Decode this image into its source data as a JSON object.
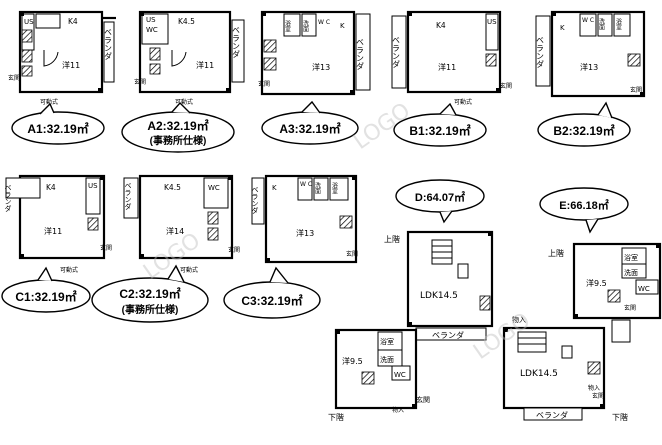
{
  "rooms": {
    "us": "US",
    "k4": "K4",
    "k45": "K4.5",
    "k": "K",
    "wc": "WC",
    "wc_v": "W C",
    "bath": "浴室",
    "washroom": "洗面",
    "yo11": "洋11",
    "yo13": "洋13",
    "yo14": "洋14",
    "yo95": "洋9.5",
    "yo9_5": "洋9.5",
    "ldk145": "LDK14.5",
    "ldk145b": "LDK14.5",
    "veranda": "ベランダ",
    "storage": "物入",
    "entrance": "玄関",
    "movable": "可動式",
    "toilet_washer": "洗",
    "up": "上階",
    "down": "下階",
    "wc_e": "WC"
  },
  "units": [
    {
      "id": "A1",
      "caption": "A1:32.19㎡",
      "sub": ""
    },
    {
      "id": "A2",
      "caption": "A2:32.19㎡",
      "sub": "(事務所仕様)"
    },
    {
      "id": "A3",
      "caption": "A3:32.19㎡",
      "sub": ""
    },
    {
      "id": "B1",
      "caption": "B1:32.19㎡",
      "sub": ""
    },
    {
      "id": "B2",
      "caption": "B2:32.19㎡",
      "sub": ""
    },
    {
      "id": "C1",
      "caption": "C1:32.19㎡",
      "sub": ""
    },
    {
      "id": "C2",
      "caption": "C2:32.19㎡",
      "sub": "(事務所仕様)"
    },
    {
      "id": "C3",
      "caption": "C3:32.19㎡",
      "sub": ""
    },
    {
      "id": "D",
      "caption": "D:64.07㎡",
      "sub": ""
    },
    {
      "id": "E",
      "caption": "E:66.18㎡",
      "sub": ""
    }
  ],
  "watermark": "LOGO"
}
